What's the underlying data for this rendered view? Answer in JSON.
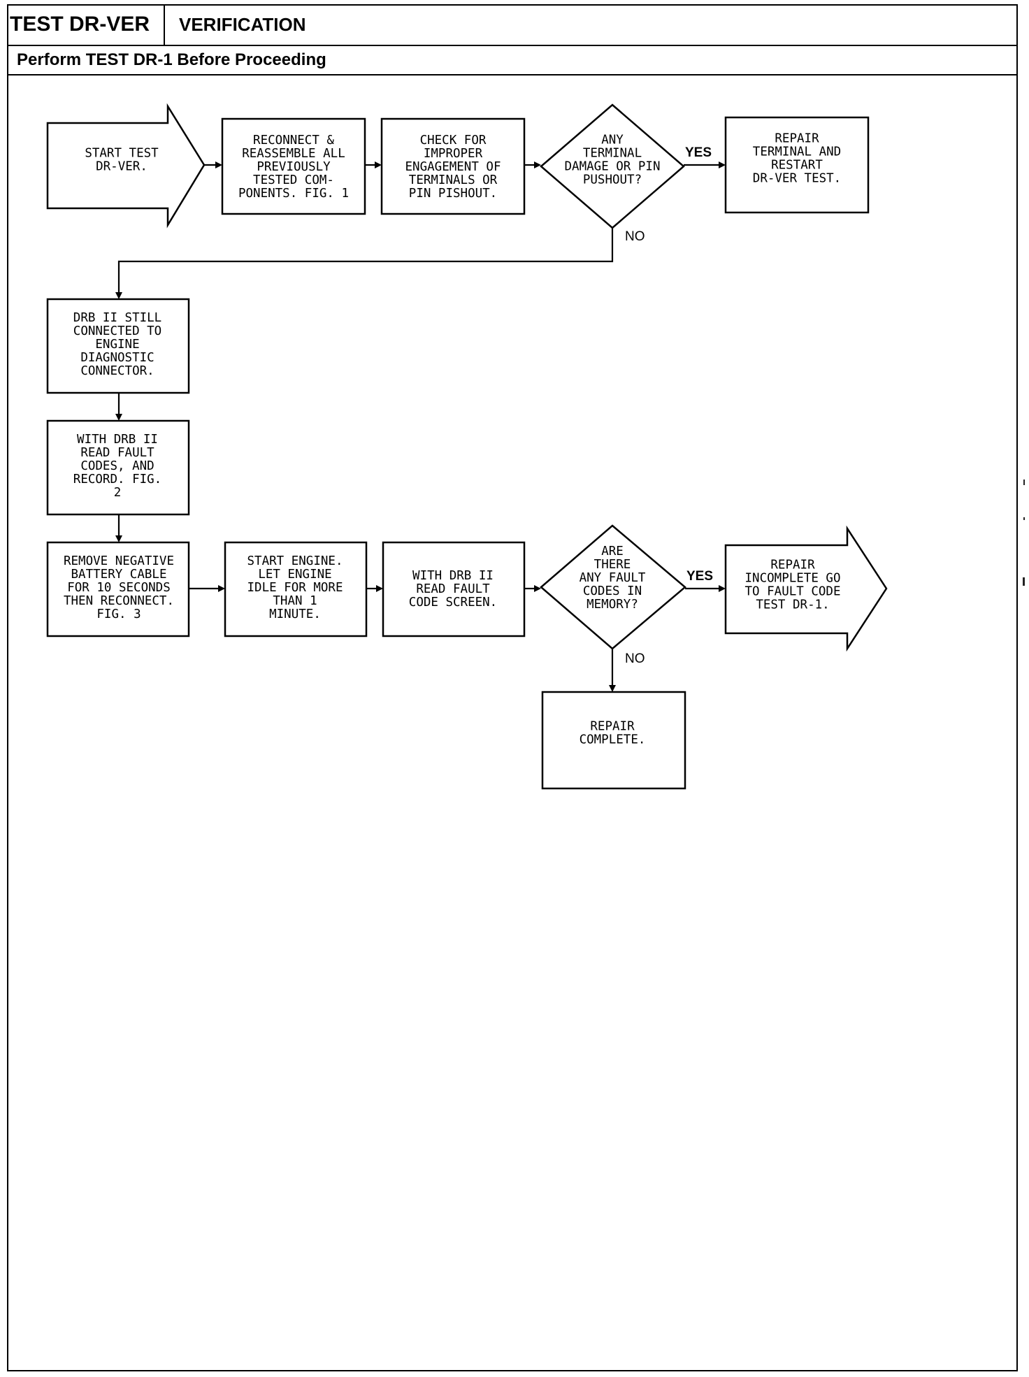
{
  "header": {
    "test_id": "TEST DR-VER",
    "title": "VERIFICATION",
    "subtitle": "Perform TEST DR-1 Before Proceeding"
  },
  "nodes": {
    "start": [
      "START TEST",
      "DR-VER."
    ],
    "reconnect": [
      "RECONNECT &",
      "REASSEMBLE ALL",
      "PREVIOUSLY",
      "TESTED COM-",
      "PONENTS. FIG. 1"
    ],
    "check_engagement": [
      "CHECK FOR",
      "IMPROPER",
      "ENGAGEMENT OF",
      "TERMINALS OR",
      "PIN PISHOUT."
    ],
    "terminal_damage_decision": [
      "ANY",
      "TERMINAL",
      "DAMAGE OR PIN",
      "PUSHOUT?"
    ],
    "repair_terminal": [
      "REPAIR",
      "TERMINAL AND",
      "RESTART",
      "DR-VER TEST."
    ],
    "drb_connected": [
      "DRB II STILL",
      "CONNECTED TO",
      "ENGINE",
      "DIAGNOSTIC",
      "CONNECTOR."
    ],
    "read_fault_codes": [
      "WITH DRB II",
      "READ FAULT",
      "CODES, AND",
      "RECORD. FIG.",
      "2"
    ],
    "remove_battery_cable": [
      "REMOVE NEGATIVE",
      "BATTERY CABLE",
      "FOR 10 SECONDS",
      "THEN RECONNECT.",
      "FIG. 3"
    ],
    "start_engine": [
      "START ENGINE.",
      "LET ENGINE",
      "IDLE FOR MORE",
      "THAN 1",
      "MINUTE."
    ],
    "read_fault_screen": [
      "WITH DRB II",
      "READ FAULT",
      "CODE SCREEN."
    ],
    "fault_codes_decision": [
      "ARE",
      "THERE",
      "ANY FAULT",
      "CODES IN",
      "MEMORY?"
    ],
    "repair_incomplete": [
      "REPAIR",
      "INCOMPLETE GO",
      "TO FAULT CODE",
      "TEST DR-1."
    ],
    "repair_complete": [
      "REPAIR",
      "COMPLETE."
    ]
  },
  "edge_labels": {
    "terminal_yes": "YES",
    "terminal_no": "NO",
    "fault_yes": "YES",
    "fault_no": "NO"
  }
}
